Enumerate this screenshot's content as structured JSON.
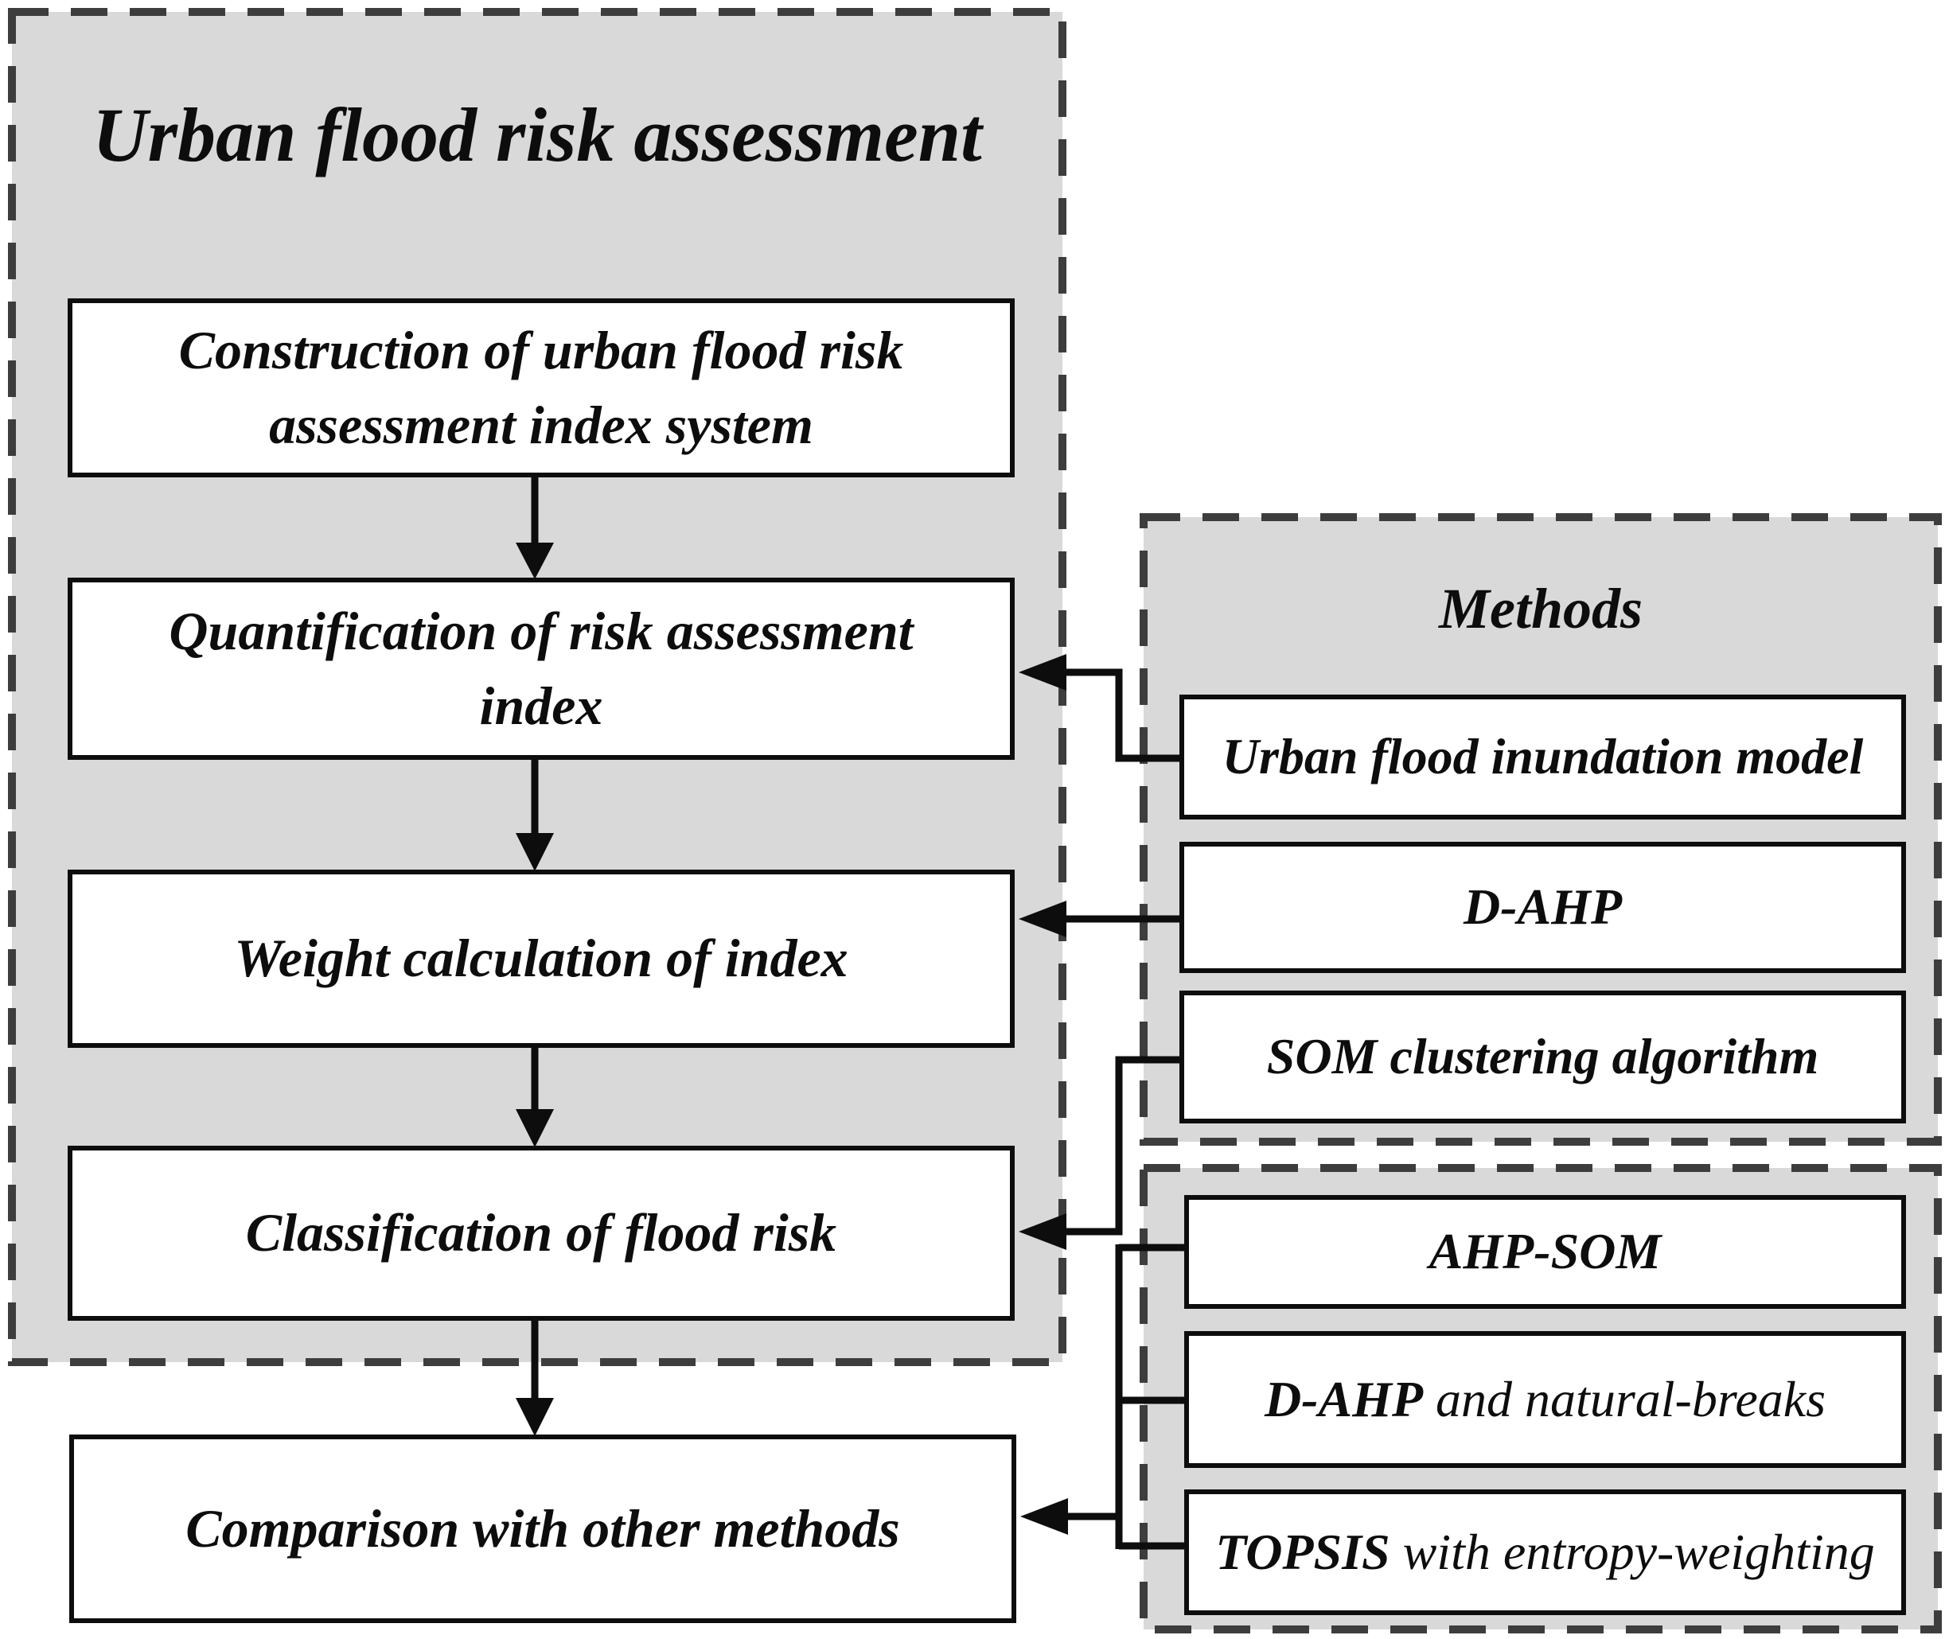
{
  "colors": {
    "panel_fill": "#d9d9d9",
    "panel_border": "#3d3d3d",
    "box_border": "#0d0d0d",
    "box_fill": "#ffffff",
    "text_color": "#0d0d0d",
    "line_color": "#0d0d0d"
  },
  "left_panel": {
    "title": "Urban flood risk assessment",
    "steps": [
      {
        "line1": "Construction of urban flood risk",
        "line2": "assessment index system"
      },
      {
        "line1": "Quantification of risk assessment",
        "line2": "index"
      },
      {
        "label": "Weight calculation of index"
      },
      {
        "label": "Classification of flood risk"
      }
    ]
  },
  "comparison_box": {
    "label": "Comparison with other methods"
  },
  "methods_panel": {
    "title": "Methods",
    "items": [
      {
        "label": "Urban flood inundation model"
      },
      {
        "label": "D-AHP"
      },
      {
        "label": "SOM clustering algorithm"
      }
    ]
  },
  "comparison_methods_panel": {
    "items": [
      {
        "bold": "AHP-SOM",
        "rest": ""
      },
      {
        "bold": "D-AHP",
        "rest": " and natural-breaks"
      },
      {
        "bold": "TOPSIS",
        "rest": " with entropy-weighting"
      }
    ]
  }
}
